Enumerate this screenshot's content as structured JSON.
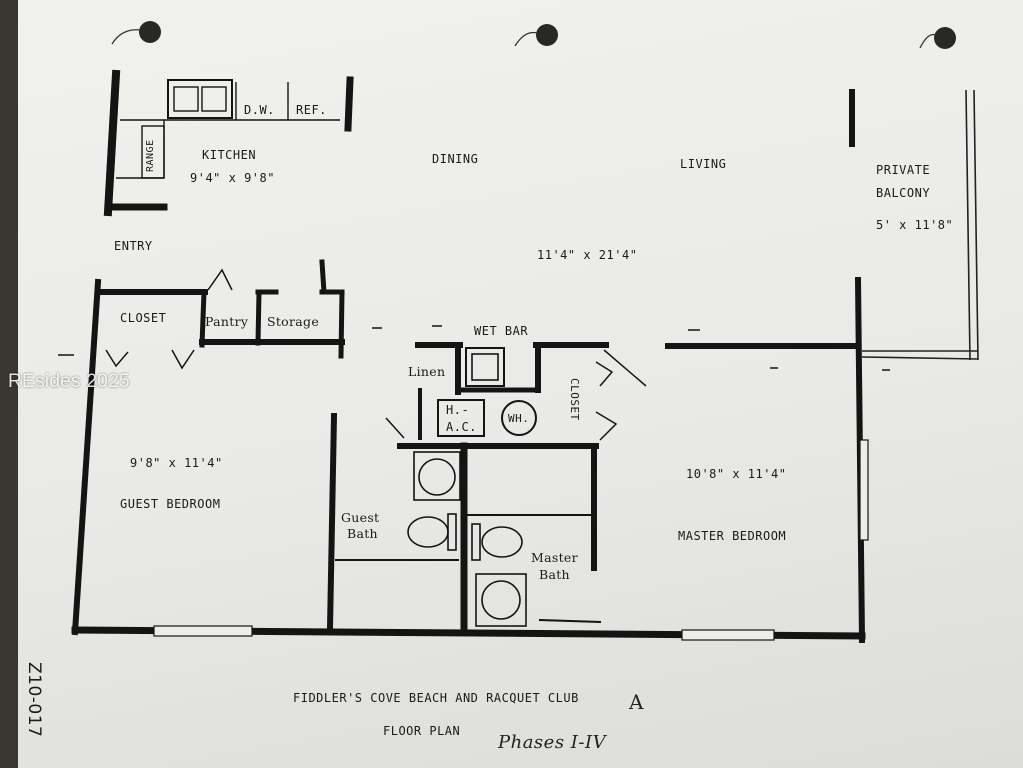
{
  "document": {
    "title": "FIDDLER'S COVE BEACH AND RACQUET CLUB",
    "subtitle": "FLOOR PLAN",
    "unit_type": "A",
    "phases": "Phases I-IV",
    "side_code": "Z10-017",
    "watermark": "REsides 2025"
  },
  "rooms": {
    "kitchen": {
      "name": "KITCHEN",
      "size": "9'4\" x 9'8\""
    },
    "dining": {
      "name": "DINING"
    },
    "living": {
      "name": "LIVING",
      "size": "11'4\" x 21'4\""
    },
    "balcony": {
      "name_line1": "PRIVATE",
      "name_line2": "BALCONY",
      "size": "5' x 11'8\""
    },
    "entry": {
      "name": "ENTRY"
    },
    "closet": {
      "name": "CLOSET"
    },
    "pantry": {
      "name": "Pantry"
    },
    "storage": {
      "name": "Storage"
    },
    "wet_bar": {
      "name": "WET BAR"
    },
    "linen": {
      "name": "Linen"
    },
    "hvac": {
      "line1": "H.-",
      "line2": "A.C."
    },
    "water_heater": {
      "name": "WH."
    },
    "closet2": {
      "name": "CLOSET"
    },
    "guest_bedroom": {
      "name": "GUEST BEDROOM",
      "size": "9'8\" x 11'4\""
    },
    "guest_bath": {
      "line1": "Guest",
      "line2": "Bath"
    },
    "master_bath": {
      "line1": "Master",
      "line2": "Bath"
    },
    "master_bedroom": {
      "name": "MASTER BEDROOM",
      "size": "10'8\" x 11'4\""
    }
  },
  "fixtures": {
    "dishwasher": "D.W.",
    "refrigerator": "REF.",
    "range": "RANGE"
  },
  "colors": {
    "ink": "#1a1a1a",
    "paper": "#ededea",
    "background": "#3a3631"
  }
}
